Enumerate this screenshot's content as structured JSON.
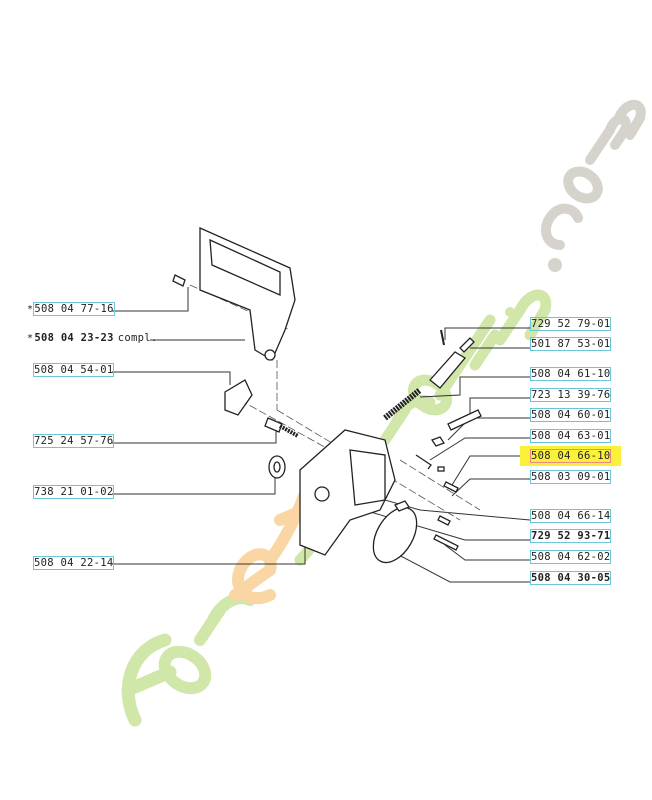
{
  "diagram": {
    "left_labels": [
      {
        "id": "508-04-77-16",
        "text": "508 04 77-16",
        "starred": true,
        "bold": false
      },
      {
        "id": "508-04-23-23",
        "text": "508 04 23-23",
        "suffix": "compl.",
        "starred": true,
        "bold": true
      },
      {
        "id": "508-04-54-01",
        "text": "508 04 54-01",
        "starred": false,
        "bold": false
      },
      {
        "id": "725-24-57-76",
        "text": "725 24 57-76",
        "starred": false,
        "bold": false
      },
      {
        "id": "738-21-01-02",
        "text": "738 21 01-02",
        "starred": false,
        "bold": false
      },
      {
        "id": "508-04-22-14",
        "text": "508 04 22-14",
        "starred": false,
        "bold": false
      }
    ],
    "right_labels": [
      {
        "id": "729-52-79-01",
        "text": "729 52 79-01",
        "bold": false
      },
      {
        "id": "501-87-53-01",
        "text": "501 87 53-01",
        "bold": false
      },
      {
        "id": "508-04-61-10",
        "text": "508 04 61-10",
        "bold": false
      },
      {
        "id": "723-13-39-76",
        "text": "723 13 39-76",
        "bold": false
      },
      {
        "id": "508-04-60-01",
        "text": "508 04 60-01",
        "bold": false
      },
      {
        "id": "508-04-63-01",
        "text": "508 04 63-01",
        "bold": false
      },
      {
        "id": "508-04-66-10",
        "text": "508 04 66-10",
        "bold": false,
        "highlighted": true
      },
      {
        "id": "508-03-09-01",
        "text": "508 03 09-01",
        "bold": false
      },
      {
        "id": "508-04-66-14",
        "text": "508 04 66-14",
        "bold": false
      },
      {
        "id": "729-52-93-71",
        "text": "729 52 93-71",
        "bold": true
      },
      {
        "id": "508-04-62-02",
        "text": "508 04 62-02",
        "bold": false
      },
      {
        "id": "508-04-30-05",
        "text": "508 04 30-05",
        "bold": true
      }
    ],
    "star_symbol": "*",
    "highlight_color": "#fbf03a",
    "box_color": "#6cc6d8"
  },
  "watermark": {
    "text": "foretjardin.com",
    "colors": {
      "green": "#c9e39a",
      "orange": "#f8cf93",
      "grey": "#cfccc4"
    }
  }
}
